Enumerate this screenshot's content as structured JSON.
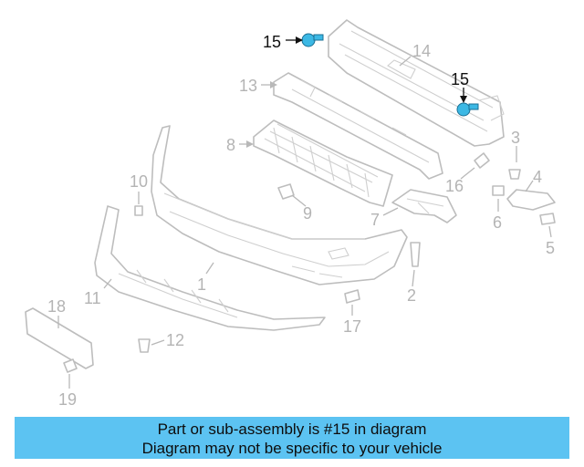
{
  "diagram": {
    "highlighted_part": "15",
    "callouts": [
      "1",
      "2",
      "3",
      "4",
      "5",
      "6",
      "7",
      "8",
      "9",
      "10",
      "11",
      "12",
      "13",
      "14",
      "15",
      "15",
      "16",
      "17",
      "18",
      "19"
    ]
  },
  "banner": {
    "line1": "Part or sub-assembly is #15 in diagram",
    "line2": "Diagram may not be specific to your vehicle",
    "color": "#5cc3f2"
  },
  "colors": {
    "highlight": "#3cb8e4",
    "lines": "#c2c2c2"
  }
}
